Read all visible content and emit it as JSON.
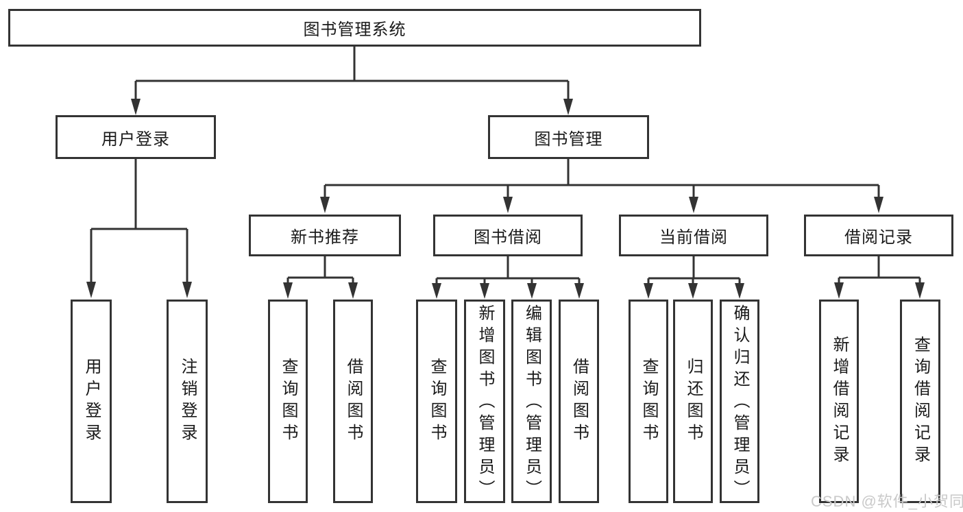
{
  "tree": {
    "root": {
      "label": "图书管理系统"
    },
    "login": {
      "label": "用户登录",
      "children": [
        {
          "label": "用户登录"
        },
        {
          "label": "注销登录"
        }
      ]
    },
    "manage": {
      "label": "图书管理",
      "children": [
        {
          "label": "新书推荐",
          "children": [
            {
              "label": "查询图书"
            },
            {
              "label": "借阅图书"
            }
          ]
        },
        {
          "label": "图书借阅",
          "children": [
            {
              "label": "查询图书"
            },
            {
              "label": "新增图书（管理员）"
            },
            {
              "label": "编辑图书（管理员）"
            },
            {
              "label": "借阅图书"
            }
          ]
        },
        {
          "label": "当前借阅",
          "children": [
            {
              "label": "查询图书"
            },
            {
              "label": "归还图书"
            },
            {
              "label": "确认归还（管理员）"
            }
          ]
        },
        {
          "label": "借阅记录",
          "children": [
            {
              "label": "新增借阅记录"
            },
            {
              "label": "查询借阅记录"
            }
          ]
        }
      ]
    }
  },
  "watermark": {
    "text": "CSDN @软件_小贺同学"
  },
  "colors": {
    "line": "#333333",
    "text": "#1a1a1a",
    "background": "#ffffff",
    "watermark": "#c9c9c9"
  }
}
